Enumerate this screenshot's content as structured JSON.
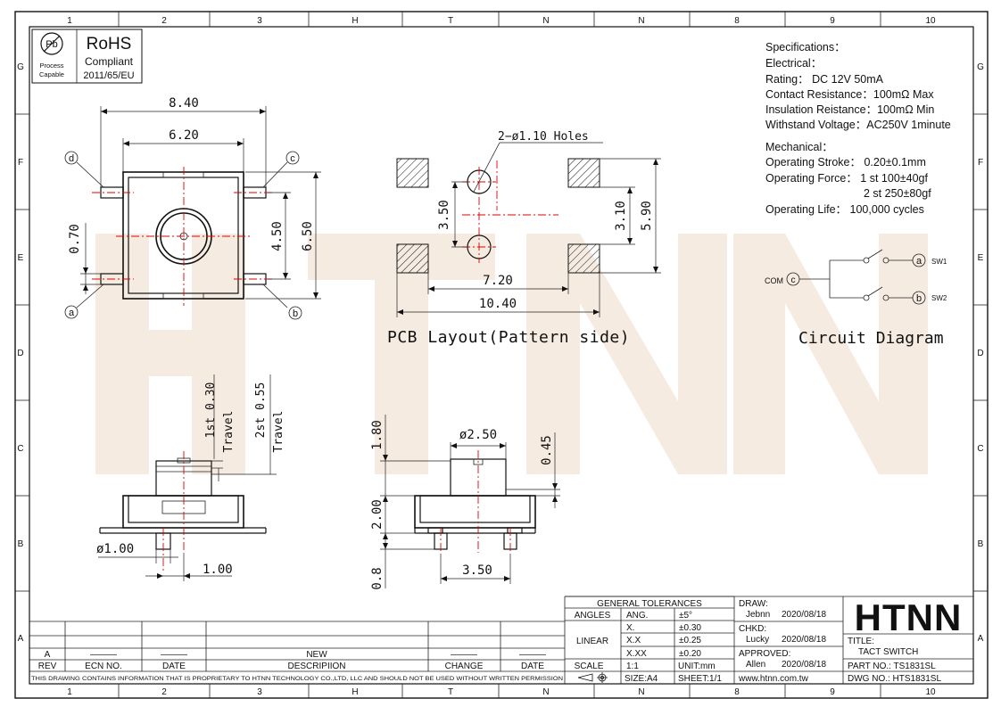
{
  "columns": [
    "1",
    "2",
    "3",
    "H",
    "T",
    "N",
    "N",
    "8",
    "9",
    "10"
  ],
  "rows": [
    "G",
    "F",
    "E",
    "D",
    "C",
    "B",
    "A"
  ],
  "rohs": {
    "mark": "Pb",
    "process_line1": "Process",
    "process_line2": "Capable",
    "title": "RoHS",
    "compliant": "Compliant",
    "directive": "2011/65/EU"
  },
  "watermark": "HTNN",
  "top_view": {
    "dim_overall_width": "8.40",
    "dim_body_width": "6.20",
    "dim_body_height": "6.50",
    "dim_terminal_pitch": "4.50",
    "dim_terminal_width": "0.70",
    "terminals": [
      "d",
      "c",
      "a",
      "b"
    ]
  },
  "pcb": {
    "holes_note": "2−ø1.10  Holes",
    "dim_hole_pitch": "3.50",
    "dim_pad_inner_v": "3.10",
    "dim_pad_outer_v": "5.90",
    "dim_pad_inner_h": "7.20",
    "dim_pad_outer_h": "10.40",
    "caption": "PCB Layout(Pattern side)"
  },
  "specs": {
    "heading": "Specifications：",
    "electrical": "Electrical：",
    "rating": "Rating： DC 12V 50mA",
    "contact_resistance": "Contact Resistance：100mΩ Max",
    "insulation_resistance": "Insulation Reistance：100mΩ Min",
    "withstand_voltage": "Withstand Voltage：AC250V 1minute",
    "mechanical": "Mechanical：",
    "operating_stroke": "Operating Stroke： 0.20±0.1mm",
    "operating_force_1": "Operating Force： 1 st 100±40gf",
    "operating_force_2": "2 st 250±80gf",
    "operating_life": "Operating Life： 100,000 cycles"
  },
  "circuit": {
    "com": "COM",
    "sw1": "SW1",
    "sw2": "SW2",
    "term_com": "c",
    "term_a": "a",
    "term_b": "b",
    "caption": "Circuit  Diagram"
  },
  "side_view": {
    "travel_1": "1st  0.30",
    "travel_1_label": "Travel",
    "travel_2": "2st  0.55",
    "travel_2_label": "Travel",
    "dim_pin_dia": "ø1.00",
    "dim_pin_offset": "1.00"
  },
  "front_view": {
    "dim_actuator_dia": "ø2.50",
    "dim_actuator_height": "1.80",
    "dim_step": "0.45",
    "dim_body_height": "2.00",
    "dim_pin_length": "0.8",
    "dim_pin_pitch": "3.50"
  },
  "revision": {
    "rev_value": "A",
    "ecn_value": "———",
    "date_value": "———",
    "desc_value": "NEW",
    "change_value": "———",
    "date2_value": "———",
    "rev": "REV",
    "ecn": "ECN NO.",
    "date": "DATE",
    "description": "DESCRIPIION",
    "change": "CHANGE",
    "date2": "DATE"
  },
  "notice": "THIS DRAWING CONTAINS INFORMATION THAT IS PROPRIETARY TO HTNN TECHNOLOGY CO.,LTD, LLC AND SHOULD  NOT BE USED WITHOUT WRITTEN PERMISSION",
  "tolerances": {
    "title": "GENERAL TOLERANCES",
    "angles": "ANGLES",
    "ang": "ANG.",
    "ang_tol": "±5°",
    "linear": "LINEAR",
    "x1": "X.",
    "x1_tol": "±0.30",
    "x2": "X.X",
    "x2_tol": "±0.25",
    "x3": "X.XX",
    "x3_tol": "±0.20",
    "scale": "SCALE",
    "scale_value": "1:1",
    "unit": "UNIT:mm",
    "size": "SIZE:A4",
    "sheet": "SHEET:1/1"
  },
  "approvals": {
    "draw_label": "DRAW:",
    "draw_name": "Jebnn",
    "draw_date": "2020/08/18",
    "chkd_label": "CHKD:",
    "chkd_name": "Lucky",
    "chkd_date": "2020/08/18",
    "approved_label": "APPROVED:",
    "approved_name": "Allen",
    "approved_date": "2020/08/18",
    "website": "www.htnn.com.tw"
  },
  "title_block": {
    "logo": "HTNN",
    "title_label": "TITLE:",
    "title_value": "TACT SWITCH",
    "part_no": "PART NO.: TS1831SL",
    "dwg_no": "DWG  NO.: HTS1831SL"
  },
  "colors": {
    "centerline": "#e00000",
    "watermark": "#f6ebe0",
    "ink": "#111111"
  }
}
